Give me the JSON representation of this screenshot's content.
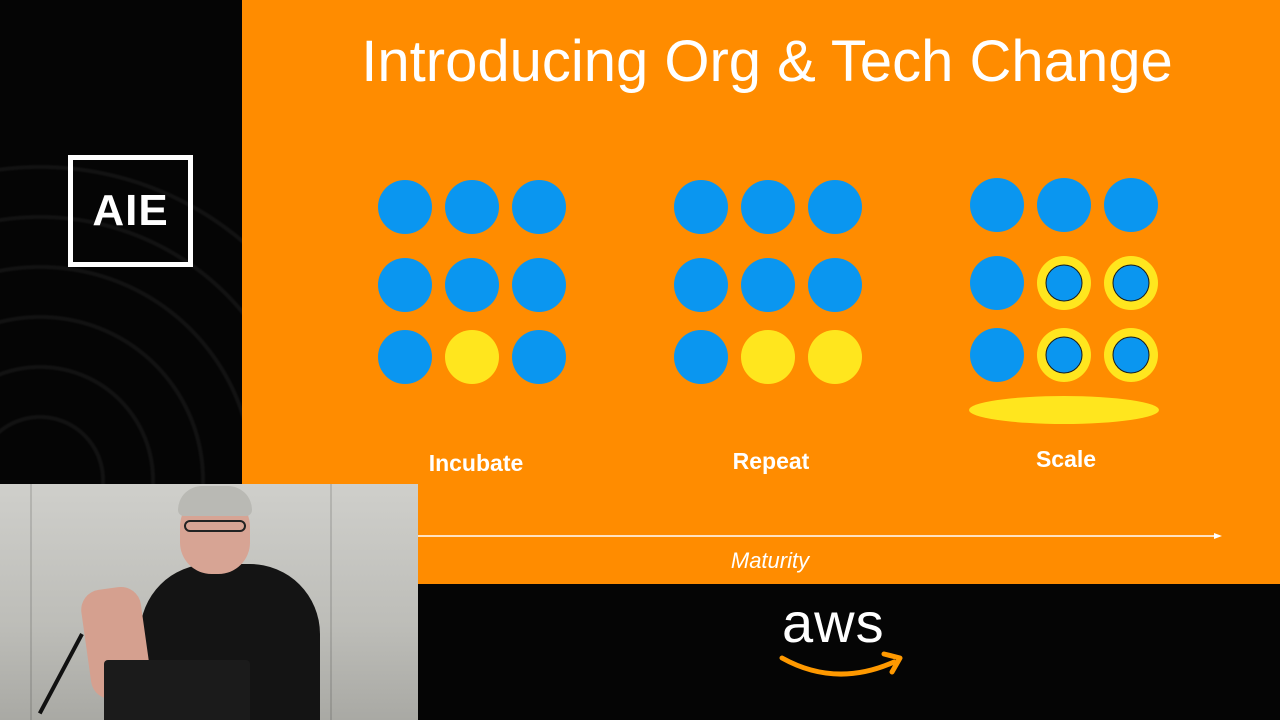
{
  "overlay": {
    "logo_text": "AIE"
  },
  "slide": {
    "title": "Introducing Org & Tech Change",
    "stages": [
      {
        "label": "Incubate",
        "pattern": [
          [
            "blue",
            "blue",
            "blue"
          ],
          [
            "blue",
            "blue",
            "blue"
          ],
          [
            "blue",
            "yellow",
            "blue"
          ]
        ],
        "base": false
      },
      {
        "label": "Repeat",
        "pattern": [
          [
            "blue",
            "blue",
            "blue"
          ],
          [
            "blue",
            "blue",
            "blue"
          ],
          [
            "blue",
            "yellow",
            "yellow"
          ]
        ],
        "base": false
      },
      {
        "label": "Scale",
        "pattern": [
          [
            "blue",
            "blue",
            "blue"
          ],
          [
            "blue",
            "ring",
            "ring"
          ],
          [
            "blue",
            "ring",
            "ring"
          ]
        ],
        "base": true
      }
    ],
    "axis_label": "Maturity",
    "colors": {
      "background": "#FF8C00",
      "blue": "#0A96F0",
      "yellow": "#FFE61E",
      "text": "#FFFFFF"
    }
  },
  "brand": {
    "aws_text": "aws",
    "aws_smile_color": "#FF9900"
  },
  "speaker_video": {
    "icon": "person-speaking"
  }
}
